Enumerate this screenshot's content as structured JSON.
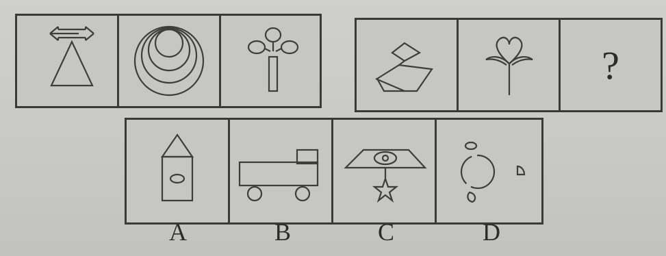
{
  "question": {
    "placeholder_mark": "?"
  },
  "options": [
    {
      "label": "A"
    },
    {
      "label": "B"
    },
    {
      "label": "C"
    },
    {
      "label": "D"
    }
  ]
}
